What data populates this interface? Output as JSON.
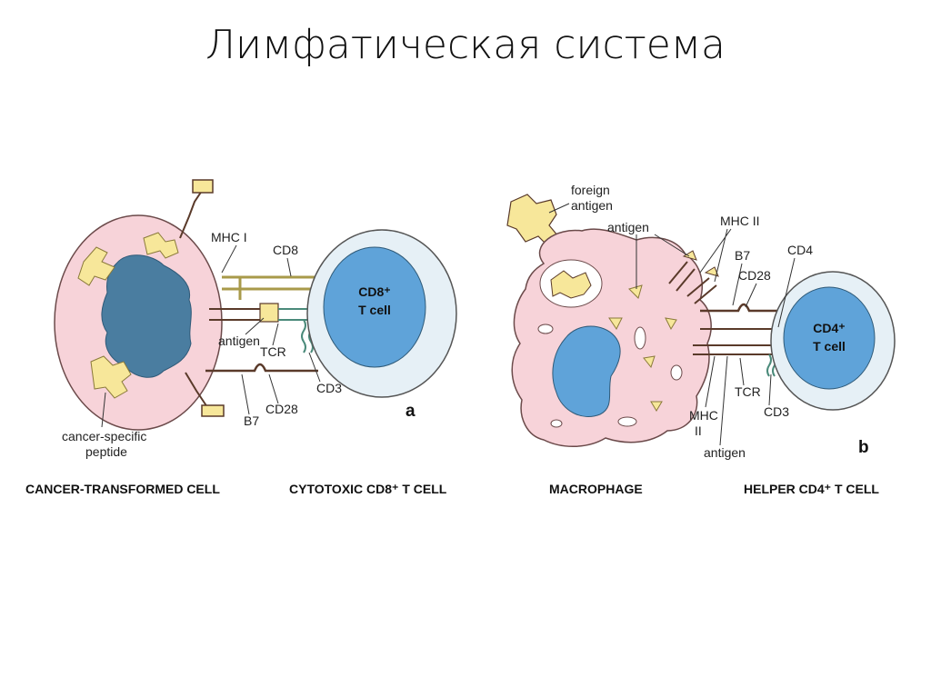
{
  "title": "Лимфатическая система",
  "panel_a": {
    "letter": "a",
    "caption_left": "CANCER-TRANSFORMED CELL",
    "caption_right": "CYTOTOXIC CD8⁺ T CELL",
    "t_cell_line1": "CD8⁺",
    "t_cell_line2": "T cell",
    "labels": {
      "mhc": "MHC I",
      "cd8": "CD8",
      "antigen": "antigen",
      "tcr": "TCR",
      "cd3": "CD3",
      "b7": "B7",
      "cd28": "CD28",
      "peptide_line1": "cancer-specific",
      "peptide_line2": "peptide"
    }
  },
  "panel_b": {
    "letter": "b",
    "caption_left": "MACROPHAGE",
    "caption_right": "HELPER CD4⁺ T CELL",
    "t_cell_line1": "CD4⁺",
    "t_cell_line2": "T cell",
    "labels": {
      "foreign_line1": "foreign",
      "foreign_line2": "antigen",
      "antigen_top": "antigen",
      "mhc_top": "MHC II",
      "b7": "B7",
      "cd4": "CD4",
      "cd28": "CD28",
      "mhc_bottom_line1": "MHC",
      "mhc_bottom_line2": "II",
      "tcr": "TCR",
      "cd3": "CD3",
      "antigen_bottom": "antigen"
    }
  },
  "colors": {
    "cell_pink": "#f7d3d9",
    "nucleus_blue": "#4a7da0",
    "tcell_blue": "#5fa3d9",
    "tcell_outer": "#e6f0f6",
    "antigen_yellow": "#f7e79a",
    "receptor_brown": "#5a3a2a",
    "cd8_olive": "#a89a4a"
  }
}
